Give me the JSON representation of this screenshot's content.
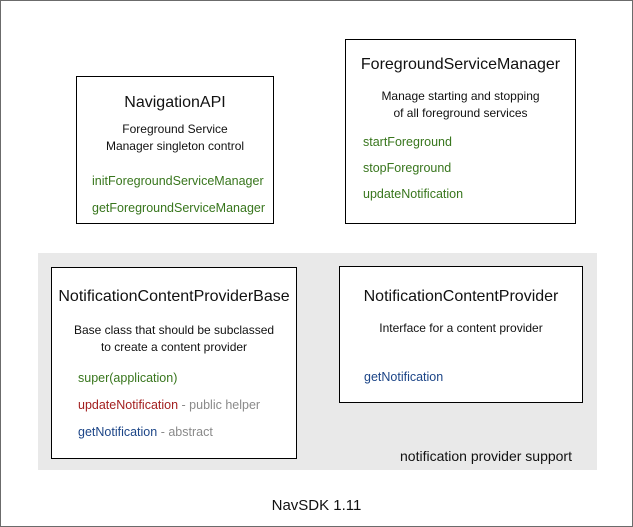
{
  "diagram": {
    "footer": "NavSDK 1.11",
    "colors": {
      "method_green": "#38761d",
      "method_red": "#a32020",
      "method_blue": "#1c4587",
      "note_gray": "#8a8a8a",
      "region_bg": "#e9e9e9",
      "box_border": "#000000"
    },
    "boxes": {
      "navigation_api": {
        "title": "NavigationAPI",
        "desc_line1": "Foreground Service",
        "desc_line2": "Manager singleton control",
        "methods": [
          {
            "name": "initForegroundServiceManager",
            "color": "green",
            "suffix": ""
          },
          {
            "name": "getForegroundServiceManager",
            "color": "green",
            "suffix": ""
          }
        ]
      },
      "foreground_service_manager": {
        "title": "ForegroundServiceManager",
        "desc_line1": "Manage starting and stopping",
        "desc_line2": "of all foreground services",
        "methods": [
          {
            "name": "startForeground",
            "color": "green",
            "suffix": ""
          },
          {
            "name": "stopForeground",
            "color": "green",
            "suffix": ""
          },
          {
            "name": "updateNotification",
            "color": "green",
            "suffix": ""
          }
        ]
      },
      "notification_content_provider_base": {
        "title": "NotificationContentProviderBase",
        "desc_line1": "Base class that should be subclassed",
        "desc_line2": "to create a content provider",
        "methods": [
          {
            "name": "super(application)",
            "color": "green",
            "suffix": ""
          },
          {
            "name": "updateNotification",
            "color": "red",
            "suffix": " - public helper"
          },
          {
            "name": "getNotification",
            "color": "blue",
            "suffix": " - abstract"
          }
        ]
      },
      "notification_content_provider": {
        "title": "NotificationContentProvider",
        "desc_line1": "Interface for a content provider",
        "methods": [
          {
            "name": "getNotification",
            "color": "blue",
            "suffix": ""
          }
        ]
      }
    },
    "region": {
      "label": "notification provider support"
    }
  }
}
